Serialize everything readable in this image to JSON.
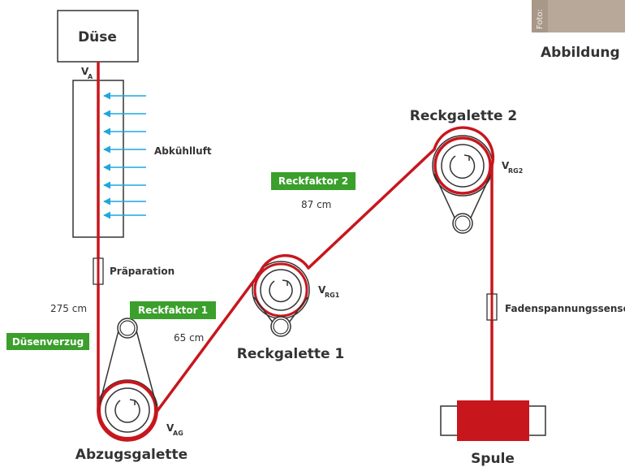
{
  "diagram": {
    "nozzle": {
      "label": "Düse"
    },
    "velocities": {
      "v_a": {
        "main": "V",
        "sub": "A"
      },
      "v_ag": {
        "main": "V",
        "sub": "AG"
      },
      "v_rg1": {
        "main": "V",
        "sub": "RG1"
      },
      "v_rg2": {
        "main": "V",
        "sub": "RG2"
      }
    },
    "cooling_air": {
      "label": "Abkühlluft"
    },
    "preparation": {
      "label": "Präparation"
    },
    "distances": {
      "d1": "275 cm",
      "d2": "65 cm",
      "d3": "87 cm"
    },
    "tags": {
      "duesenverzug": "Düsenverzug",
      "reckfaktor1": "Reckfaktor 1",
      "reckfaktor2": "Reckfaktor 2"
    },
    "godets": {
      "abzug": {
        "label": "Abzugsgalette"
      },
      "reck1": {
        "label": "Reckgalette 1"
      },
      "reck2": {
        "label": "Reckgalette 2"
      }
    },
    "tension_sensor": {
      "label": "Fadenspannungssensor"
    },
    "spool": {
      "label": "Spule"
    },
    "photo": {
      "credit": "Foto:",
      "caption": "Abbildung"
    }
  },
  "colors": {
    "fiber": "#c8161d",
    "air_arrow": "#1ea7e0",
    "tag_bg": "#3a9f2b",
    "outline": "#333333",
    "spool": "#c8161d"
  }
}
